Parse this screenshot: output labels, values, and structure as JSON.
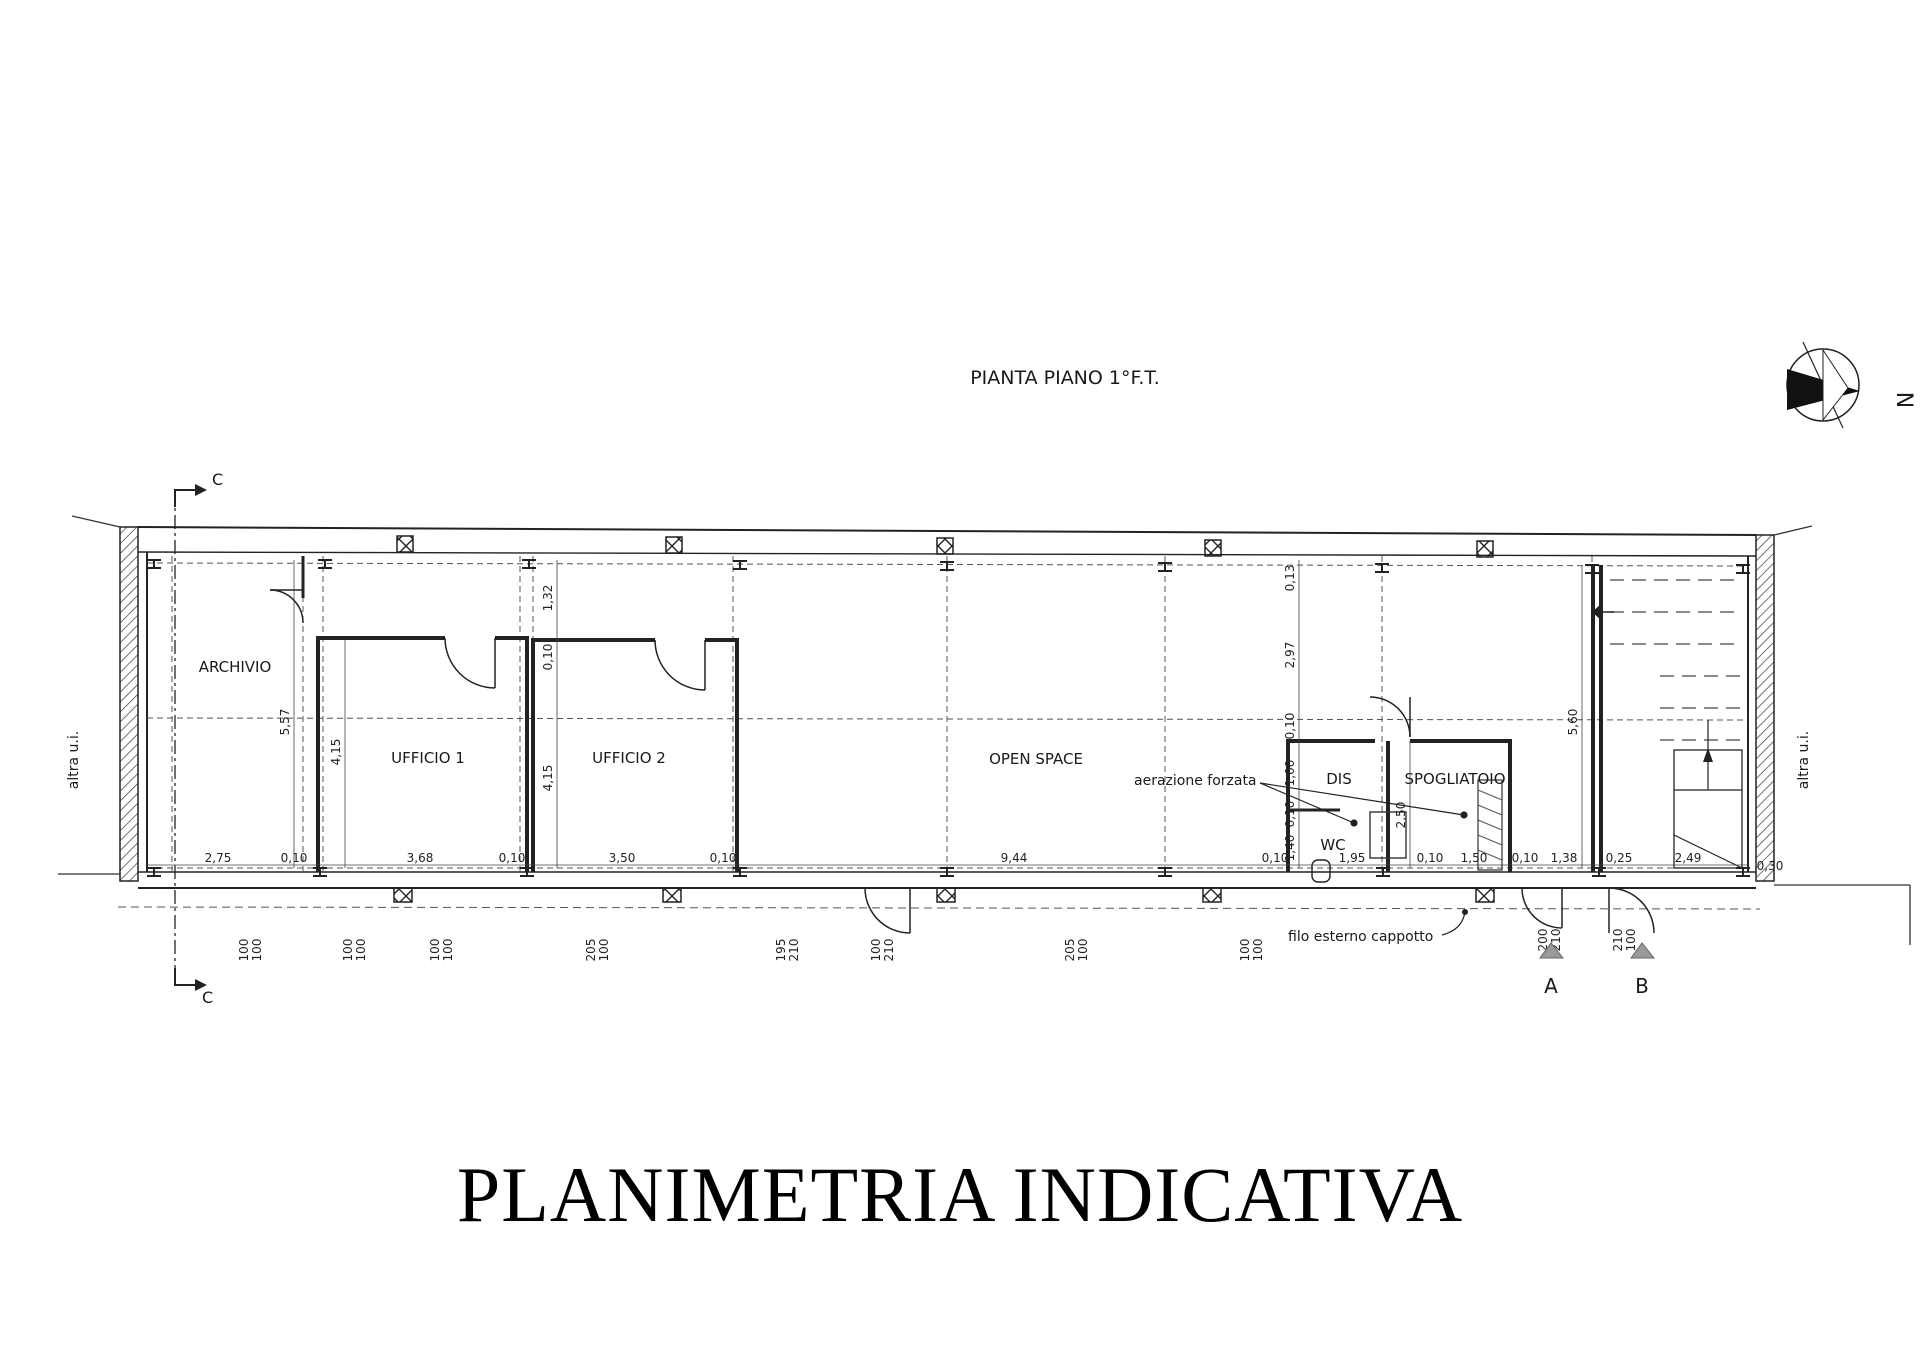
{
  "plan_title": "PIANTA PIANO 1°F.T.",
  "main_title": "PLANIMETRIA INDICATIVA",
  "north_label": "N",
  "section_label": "C",
  "neighbor_label": "altra u.i.",
  "rooms": {
    "archivio": "ARCHIVIO",
    "ufficio1": "UFFICIO 1",
    "ufficio2": "UFFICIO 2",
    "open_space": "OPEN SPACE",
    "dis": "DIS",
    "spogliatoio": "SPOGLIATOIO",
    "wc": "WC"
  },
  "notes": {
    "aerazione": "aerazione forzata",
    "cappotto": "filo esterno cappotto"
  },
  "entrances": {
    "a": "A",
    "b": "B"
  },
  "dims_horizontal": [
    "2,75",
    "0,10",
    "3,68",
    "0,10",
    "3,50",
    "0,10",
    "9,44",
    "0,10",
    "1,95",
    "0,10",
    "1,50",
    "0,10",
    "1,38",
    "0,25",
    "2,49",
    "0,30"
  ],
  "dims_vertical": {
    "archivio": "5,57",
    "ufficio1": "4,15",
    "ufficio2_top": "1,32",
    "ufficio2_wall": "0,10",
    "ufficio2": "4,15",
    "right_top": "0,13",
    "right_mid": "2,97",
    "right_wall": "0,10",
    "dis": "1,00",
    "dis_wall": "0,10",
    "wc": "1,40",
    "spogliatoio": "2,50",
    "total": "5,60"
  },
  "openings": [
    "100\n100",
    "100\n100",
    "100\n100",
    "205\n100",
    "195\n210",
    "100\n210",
    "205\n100",
    "100\n100",
    "200\n210",
    "210\n100"
  ]
}
